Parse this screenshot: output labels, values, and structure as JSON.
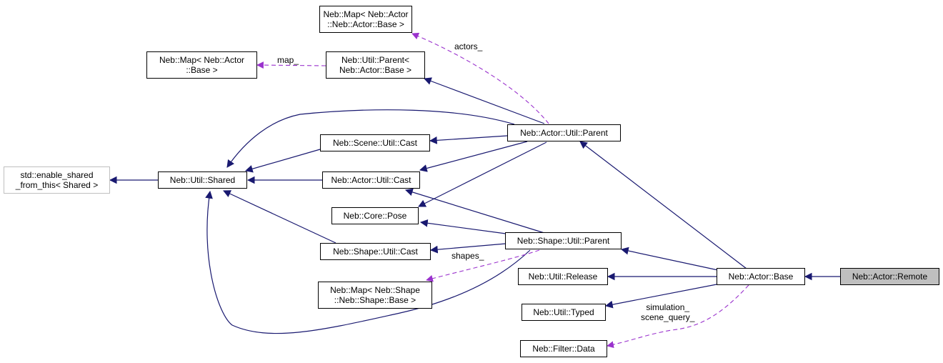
{
  "nodes": {
    "map_actor_neb": "Neb::Map< Neb::Actor\n::Neb::Actor::Base >",
    "map_actor_base": "Neb::Map< Neb::Actor\n::Base >",
    "util_parent_actor": "Neb::Util::Parent<\nNeb::Actor::Base >",
    "std_enable_shared": "std::enable_shared\n_from_this< Shared >",
    "util_shared": "Neb::Util::Shared",
    "scene_util_cast": "Neb::Scene::Util::Cast",
    "actor_util_parent": "Neb::Actor::Util::Parent",
    "actor_util_cast": "Neb::Actor::Util::Cast",
    "core_pose": "Neb::Core::Pose",
    "shape_util_parent": "Neb::Shape::Util::Parent",
    "shape_util_cast": "Neb::Shape::Util::Cast",
    "map_shape": "Neb::Map< Neb::Shape\n::Neb::Shape::Base >",
    "util_release": "Neb::Util::Release",
    "actor_base": "Neb::Actor::Base",
    "actor_remote": "Neb::Actor::Remote",
    "util_typed": "Neb::Util::Typed",
    "filter_data": "Neb::Filter::Data"
  },
  "edge_labels": {
    "actors": "actors_",
    "map": "map_",
    "shapes": "shapes_",
    "simulation": "simulation_\nscene_query_"
  },
  "colors": {
    "inheritance": "#191970",
    "usage": "#9a32cd",
    "focus_fill": "#bfbfbf"
  }
}
